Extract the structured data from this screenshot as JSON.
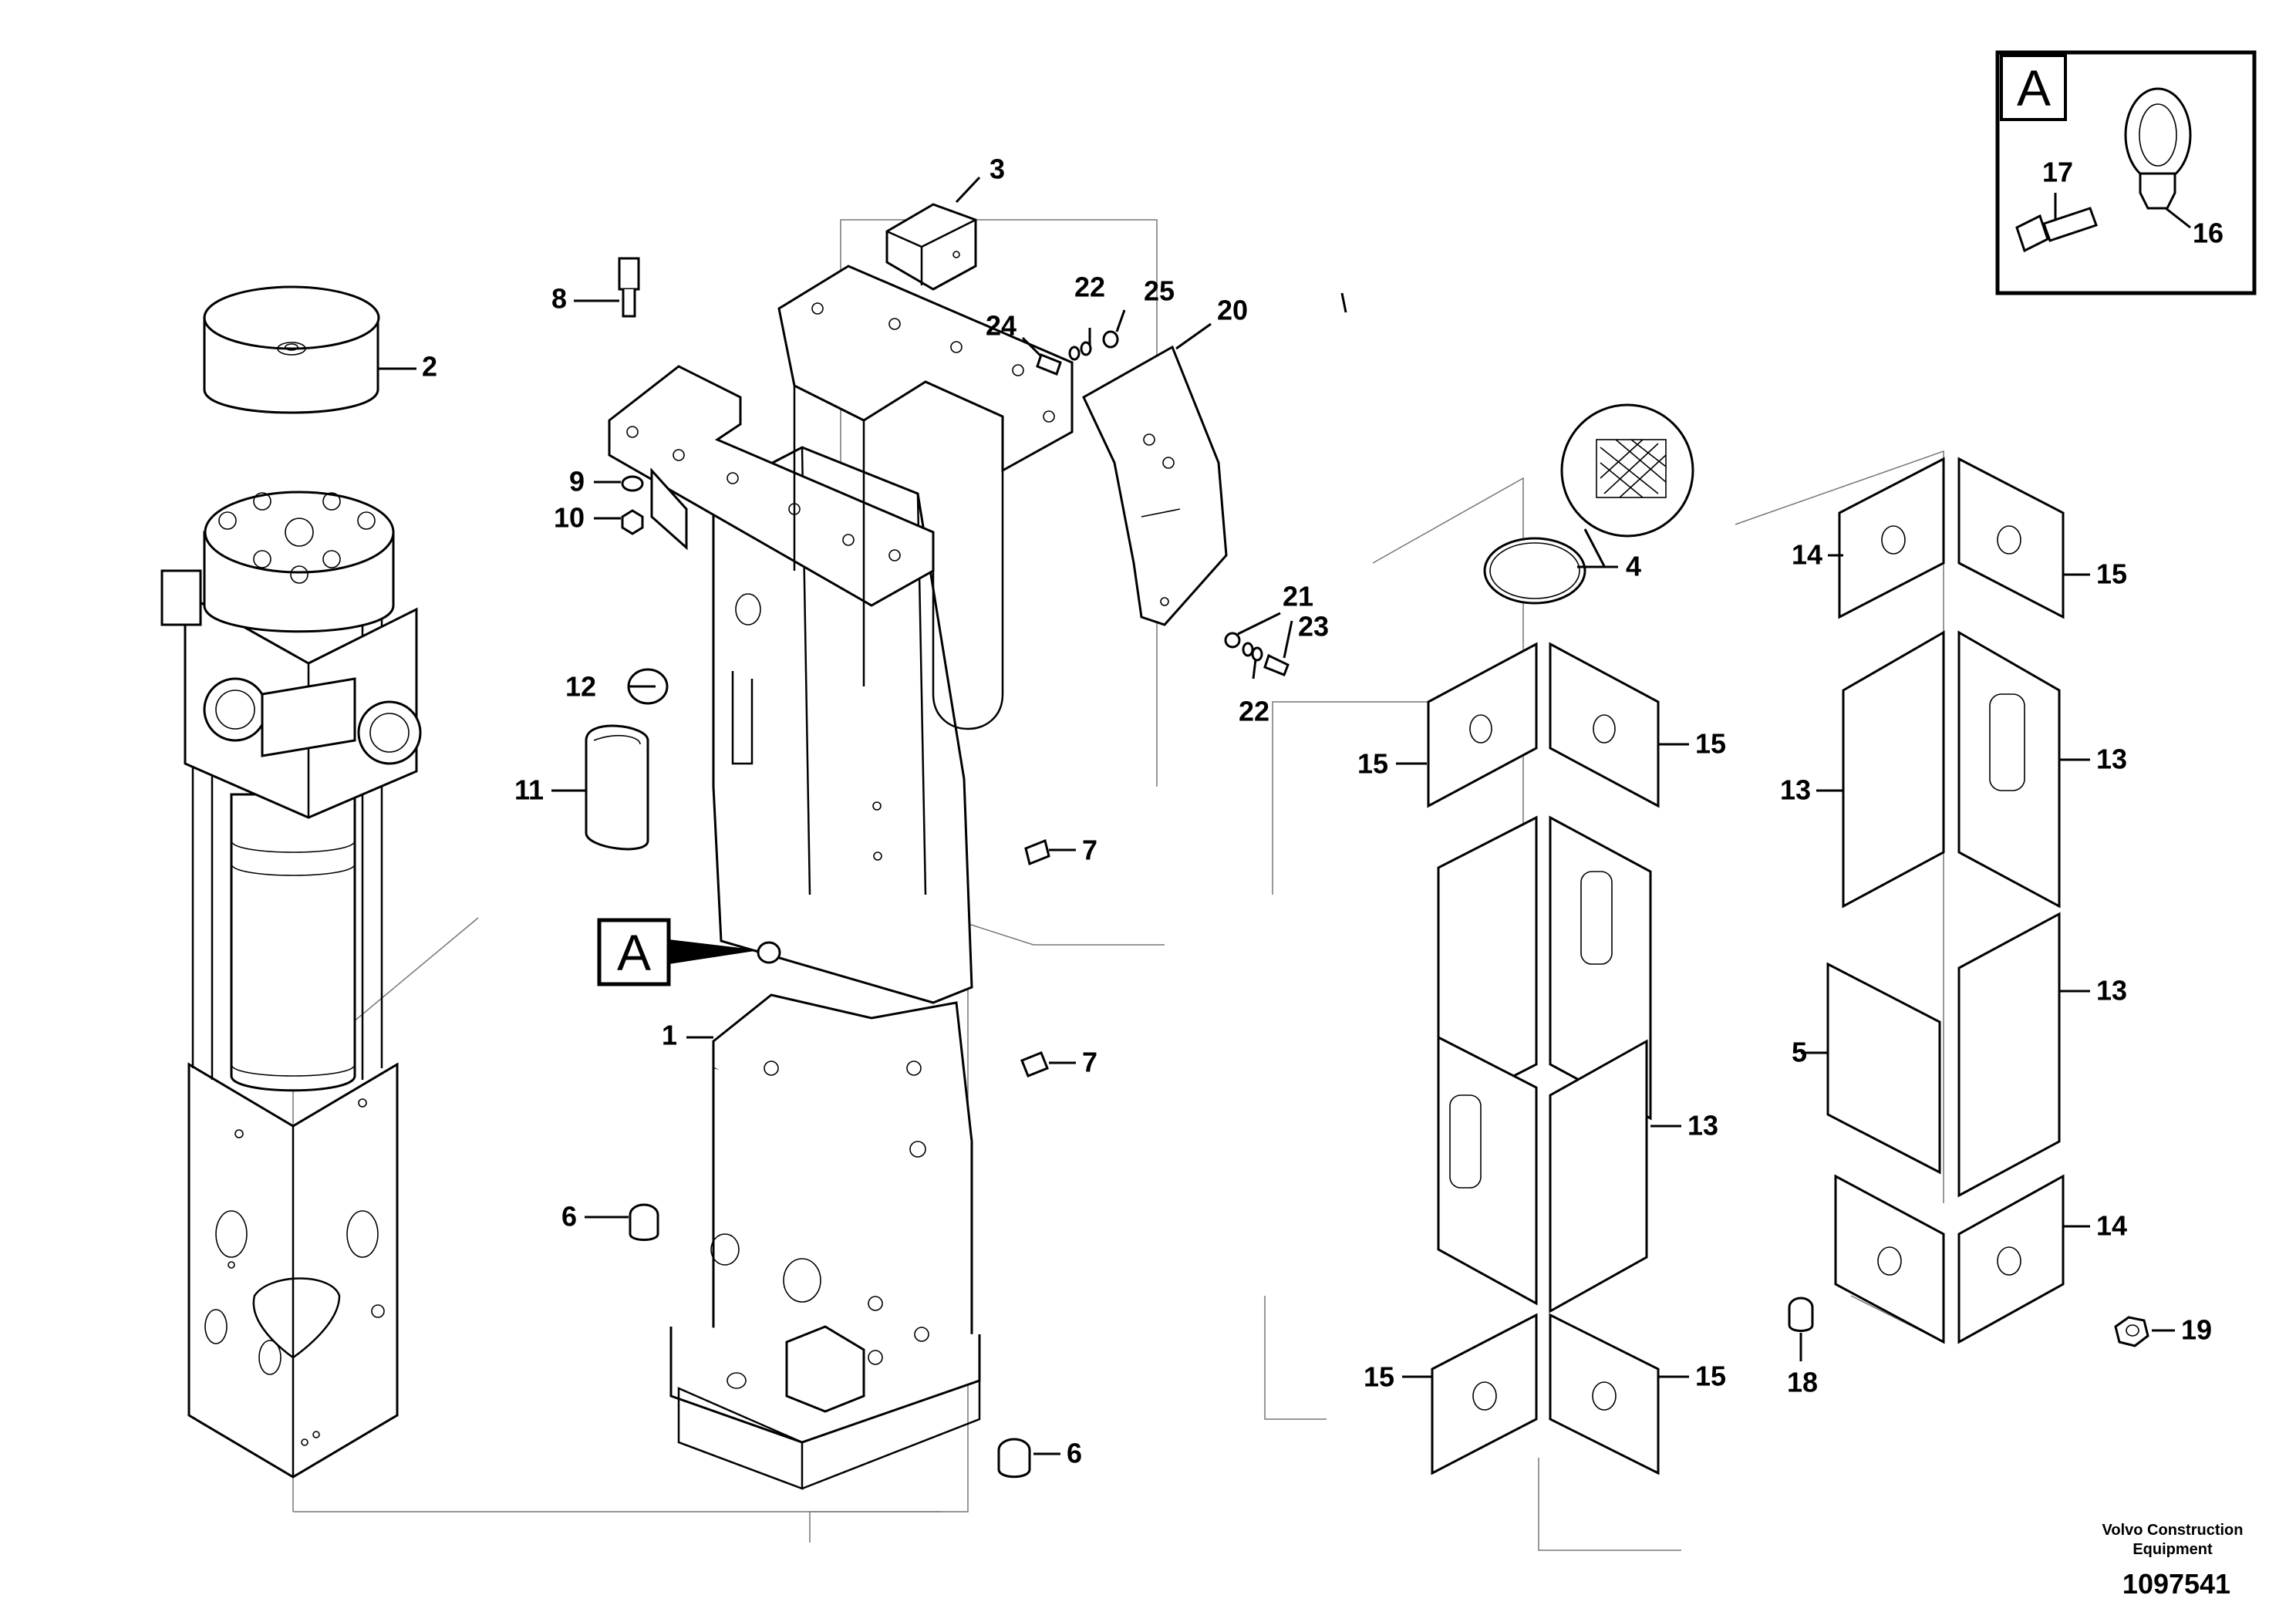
{
  "callouts": {
    "c1": "1",
    "c2": "2",
    "c3": "3",
    "c4": "4",
    "c5": "5",
    "c6a": "6",
    "c6b": "6",
    "c7a": "7",
    "c7b": "7",
    "c8": "8",
    "c9": "9",
    "c10": "10",
    "c11": "11",
    "c12": "12",
    "c13a": "13",
    "c13b": "13",
    "c13c": "13",
    "c13d": "13",
    "c14a": "14",
    "c14b": "14",
    "c15a": "15",
    "c15b": "15",
    "c15c": "15",
    "c15d": "15",
    "c15e": "15",
    "c16": "16",
    "c17": "17",
    "c18": "18",
    "c19": "19",
    "c20": "20",
    "c21": "21",
    "c22a": "22",
    "c22b": "22",
    "c23": "23",
    "c24": "24",
    "c25": "25"
  },
  "detail": {
    "marker": "A",
    "inset_marker": "A"
  },
  "footer": {
    "company_line1": "Volvo Construction",
    "company_line2": "Equipment",
    "drawing_number": "1097541"
  }
}
